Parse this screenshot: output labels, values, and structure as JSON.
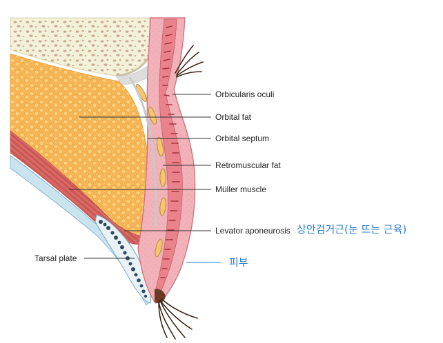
{
  "labels": {
    "orbicularis_oculi": "Orbicularis oculi",
    "orbital_fat": "Orbital fat",
    "orbital_septum": "Orbital septum",
    "retromuscular_fat": "Retromuscular fat",
    "muller_muscle": "Müller muscle",
    "levator_aponeurosis": "Levator aponeurosis",
    "tarsal_plate": "Tarsal plate"
  },
  "annotations": {
    "levator_korean": "상안검거근(눈 뜨는 근육)",
    "skin_korean": "피부"
  },
  "colors": {
    "bone": "#f3f1d8",
    "bone_pore": "#c9ab8f",
    "fat": "#f7b956",
    "muscle": "#d4605d",
    "skin": "#f1b3b9",
    "skin_edge": "#d5737d",
    "septum": "#dcdcdc",
    "conjunctiva": "#c9e3ef",
    "tarsal_gland": "#2f4a66",
    "annotation_blue": "#2a7bd0"
  }
}
